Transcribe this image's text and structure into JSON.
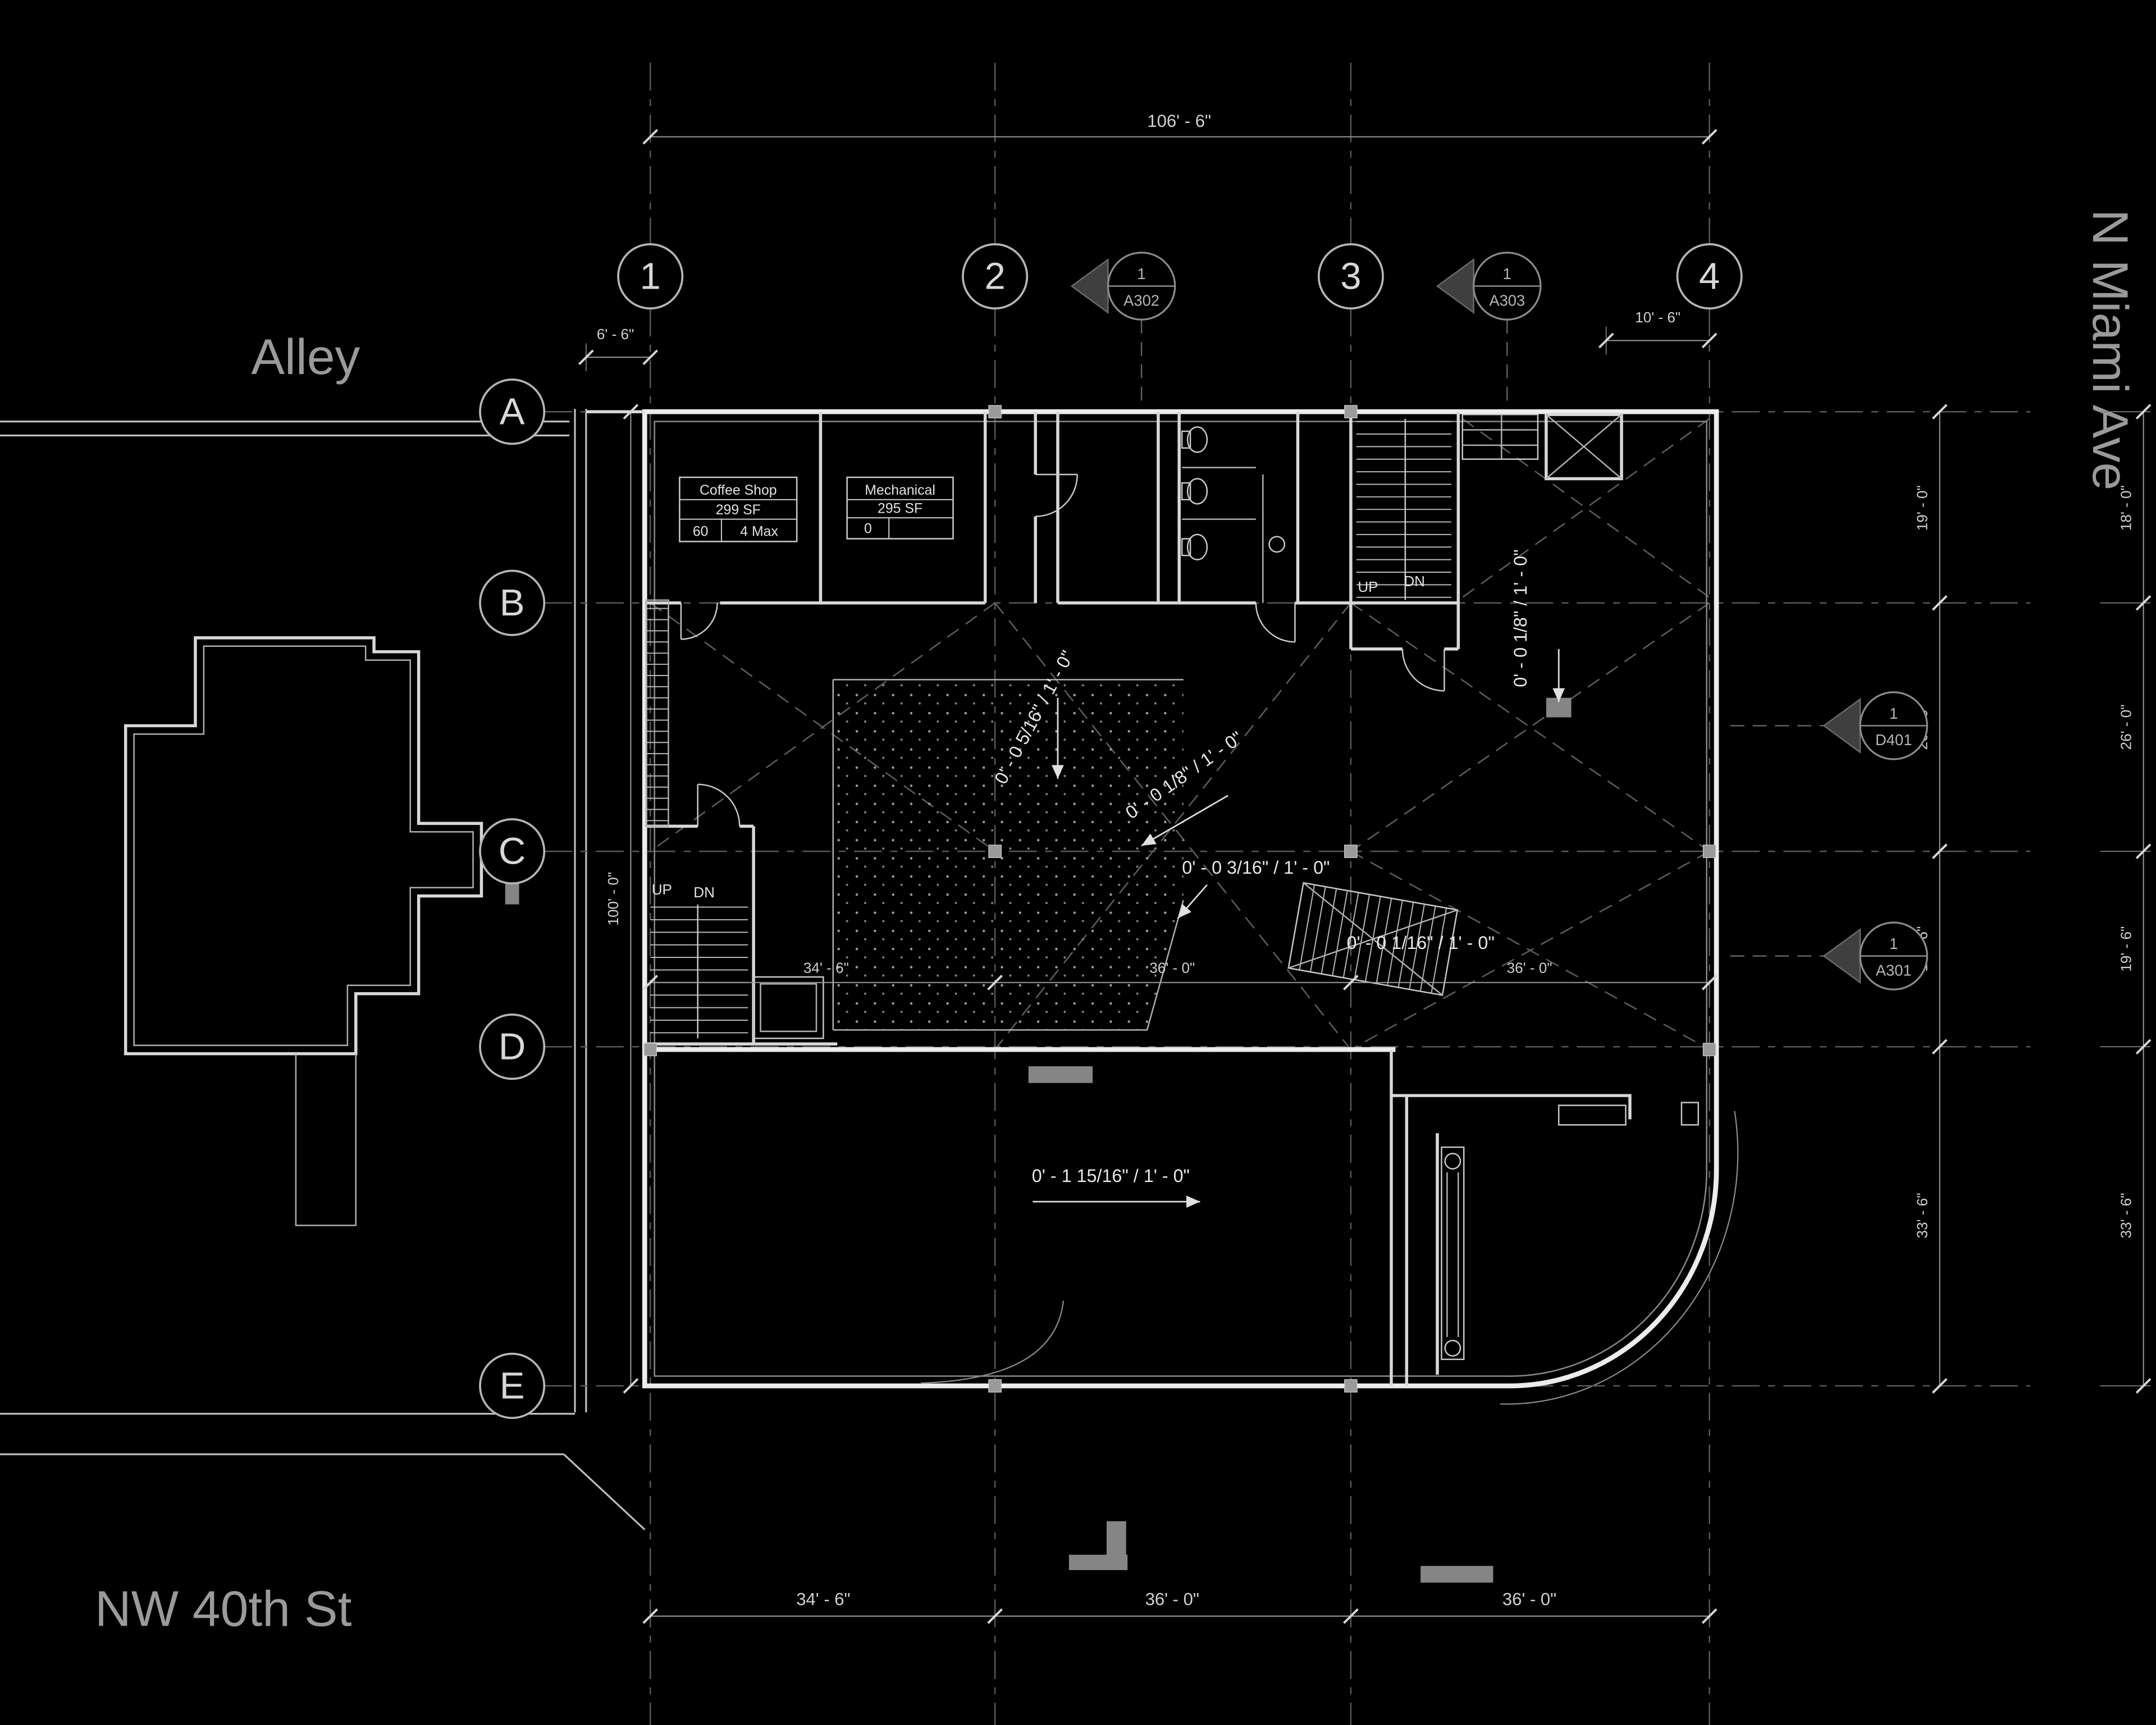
{
  "streets": {
    "alley": "Alley",
    "nw_40th": "NW 40th St",
    "n_miami": "N Miami Ave"
  },
  "grid": {
    "columns": [
      "1",
      "2",
      "3",
      "4"
    ],
    "rows": [
      "A",
      "B",
      "C",
      "D",
      "E"
    ]
  },
  "dimensions": {
    "top_overall": "106' - 6\"",
    "top_left_offset": "6' - 6\"",
    "top_right_offset": "10' - 6\"",
    "left_overall": "100' - 0\"",
    "middle": [
      "34' - 6\"",
      "36' - 0\"",
      "36' - 0\""
    ],
    "bottom": [
      "34' - 6\"",
      "36' - 0\"",
      "36' - 0\""
    ],
    "right_inner": [
      "19' - 0\"",
      "26' - 0\"",
      "19' - 6\"",
      "33' - 6\""
    ],
    "right_outer": [
      "18' - 0\"",
      "26' - 0\"",
      "19' - 6\"",
      "33' - 6\""
    ]
  },
  "section_markers": [
    {
      "number": "1",
      "sheet": "A302"
    },
    {
      "number": "1",
      "sheet": "A303"
    },
    {
      "number": "1",
      "sheet": "D401"
    },
    {
      "number": "1",
      "sheet": "A301"
    }
  ],
  "room_tags": {
    "coffee_shop": {
      "name": "Coffee Shop",
      "area": "299 SF",
      "occupant_load": "60",
      "max": "4 Max"
    },
    "mechanical": {
      "name": "Mechanical",
      "area": "295 SF",
      "occupant_load": "0"
    }
  },
  "slope_annotations": [
    "0' - 0 5/16\" / 1' - 0\"",
    "0' - 0 1/8\" / 1' - 0\"",
    "0' - 0 1/8\" / 1' - 0\"",
    "0' - 0 3/16\" / 1' - 0\"",
    "0' - 0 1/16\" / 1' - 0\"",
    "0' - 1 15/16\" / 1' - 0\""
  ],
  "stair_labels": {
    "up": "UP",
    "down": "DN"
  },
  "colors": {
    "background": "#000000",
    "linework": "#ececec",
    "dim_text": "#d0d0d0",
    "street_text": "#9a9a9a"
  }
}
